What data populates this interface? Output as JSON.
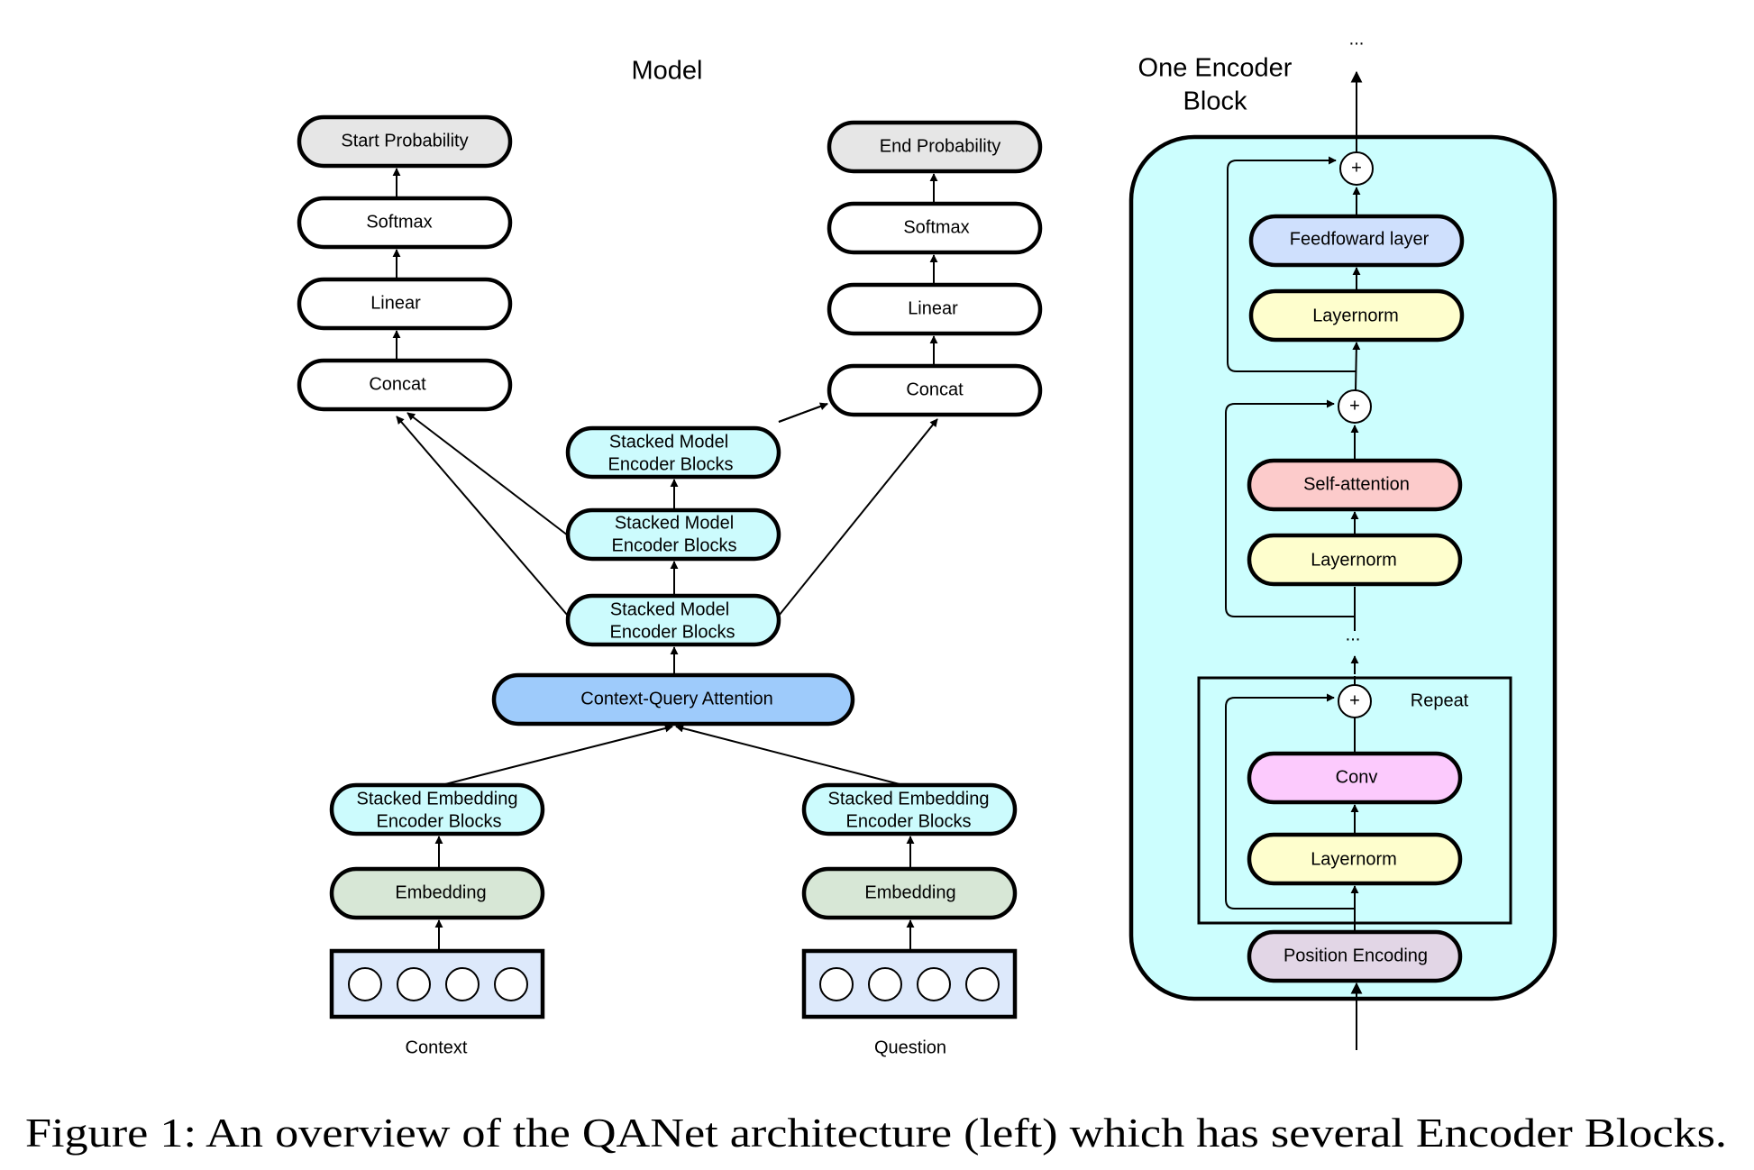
{
  "figure": {
    "model_title": "Model",
    "encoder_title_line1": "One Encoder",
    "encoder_title_line2": "Block",
    "caption": "Figure 1: An overview of the QANet architecture (left) which has several Encoder Blocks.",
    "ellipsis": "..."
  },
  "model": {
    "start_probability": "Start Probability",
    "end_probability": "End Probability",
    "softmax": "Softmax",
    "linear": "Linear",
    "concat": "Concat",
    "stacked_model_line1": "Stacked Model",
    "stacked_model_line2": "Encoder Blocks",
    "context_query_attention": "Context-Query Attention",
    "stacked_embedding_line1": "Stacked Embedding",
    "stacked_embedding_line2": "Encoder Blocks",
    "embedding": "Embedding",
    "context_label": "Context",
    "question_label": "Question"
  },
  "encoder_block": {
    "plus": "+",
    "feedforward": "Feedfoward layer",
    "layernorm": "Layernorm",
    "self_attention": "Self-attention",
    "repeat": "Repeat",
    "conv": "Conv",
    "position_encoding": "Position Encoding"
  },
  "colors": {
    "gray_box": "#e6e6e6",
    "white_box": "#ffffff",
    "cyan_box": "#ccfbfd",
    "blue_box": "#9ecbfb",
    "green_box": "#d7e7d6",
    "input_box": "#dde9fb",
    "encoder_bg": "#ccfefe",
    "feedforward": "#cfe0fd",
    "layernorm": "#fefecd",
    "self_attention": "#fccbcb",
    "conv": "#fccafd",
    "position_encoding": "#e2d6e6"
  }
}
